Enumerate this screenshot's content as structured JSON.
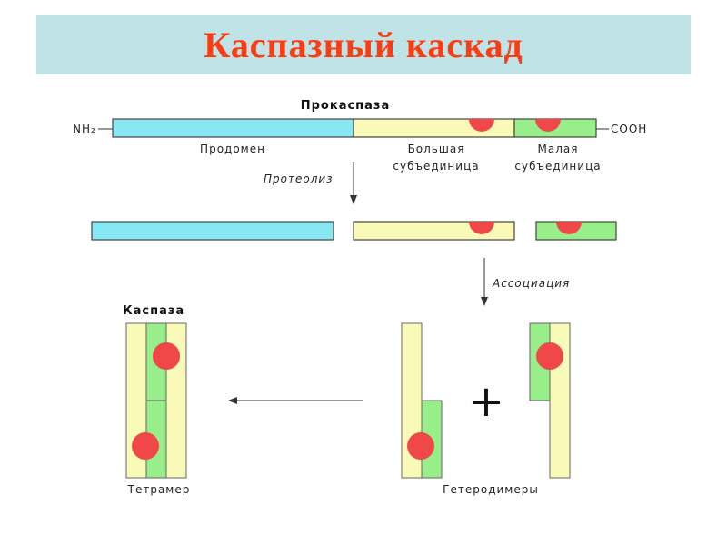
{
  "title": "Каспазный каскад",
  "labels": {
    "procaspase": "Прокаспаза",
    "nh2": "NH₂",
    "cooh": "COOH",
    "prodomain": "Продомен",
    "large_line1": "Большая",
    "large_line2": "субъединица",
    "small_line1": "Малая",
    "small_line2": "субъединица",
    "proteolysis": "Протеолиз",
    "association": "Ассоциация",
    "caspase": "Каспаза",
    "tetramer": "Тетрамер",
    "heterodimers": "Гетеродимеры",
    "plus": "+"
  },
  "colors": {
    "title": "#ff3b10",
    "title_band": "#bfe3e6",
    "prodomain": "#88e8f2",
    "large_subunit": "#fafab8",
    "small_subunit": "#98ee88",
    "active_site": "#f04848",
    "outline": "#444444"
  }
}
